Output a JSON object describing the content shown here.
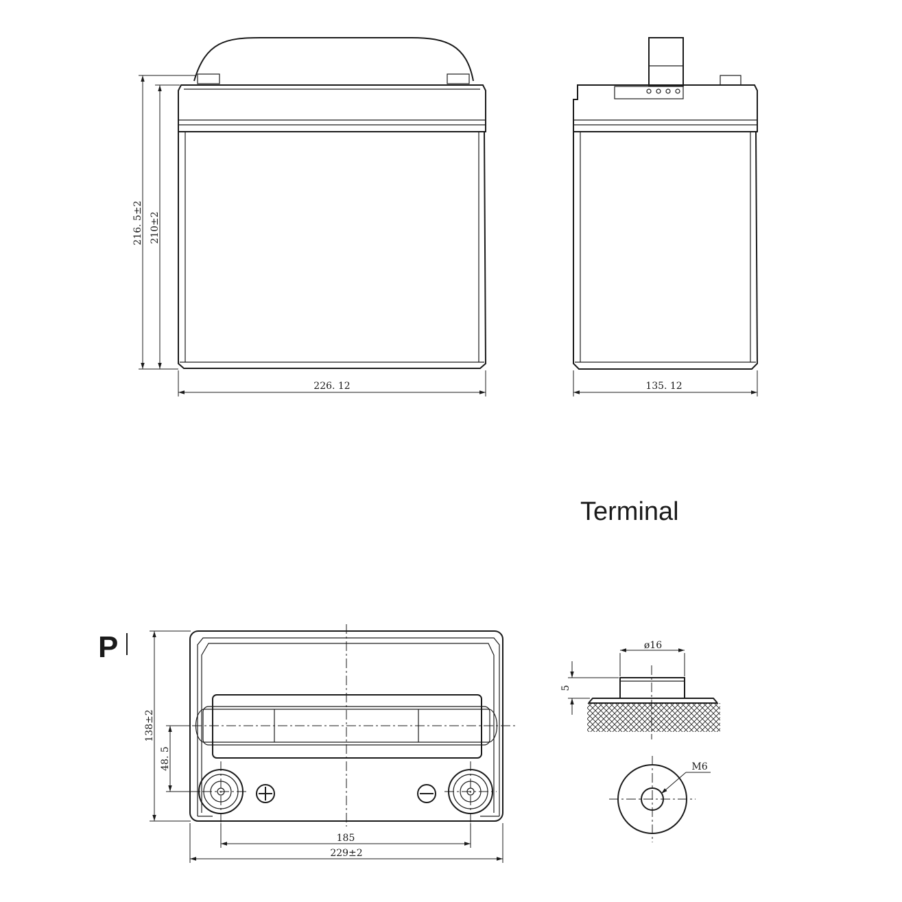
{
  "front_view": {
    "width_label": "226. 12",
    "height_outer_label": "216. 5±2",
    "height_case_label": "210±2"
  },
  "side_view": {
    "width_label": "135. 12"
  },
  "terminal": {
    "title": "Terminal",
    "diameter_label": "ø16",
    "height_label": "5",
    "thread_label": "M6"
  },
  "top_view": {
    "layout_label": "P",
    "length_label": "229±2",
    "terminal_spacing_label": "185",
    "width_label": "138±2",
    "terminal_offset_label": "48. 5"
  }
}
